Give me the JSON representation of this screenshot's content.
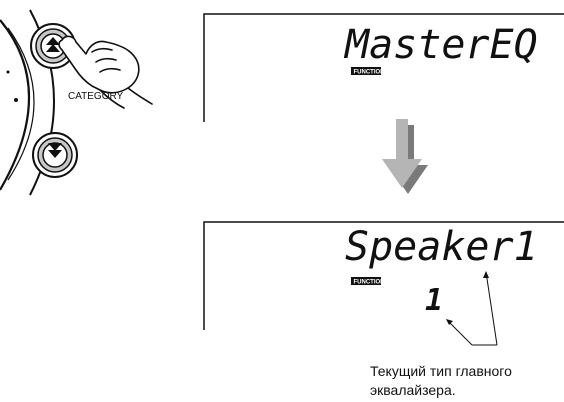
{
  "top_display": {
    "text": "MasterEQ",
    "badge": "FUNCTION"
  },
  "bottom_display": {
    "text": "Speaker1",
    "badge": "FUNCTION",
    "value": "1"
  },
  "panel": {
    "category_label": "CATEGORY",
    "up_icon": "double-up-arrow-icon",
    "down_icon": "double-down-arrow-icon"
  },
  "caption": {
    "line1": "Текущий тип главного",
    "line2": "эквалайзера."
  },
  "colors": {
    "arrow_light": "#b5b5b5",
    "arrow_dark": "#7a7a7a",
    "badge_bg": "#111111",
    "button_fill": "#c8c8c8",
    "line": "#111111"
  }
}
